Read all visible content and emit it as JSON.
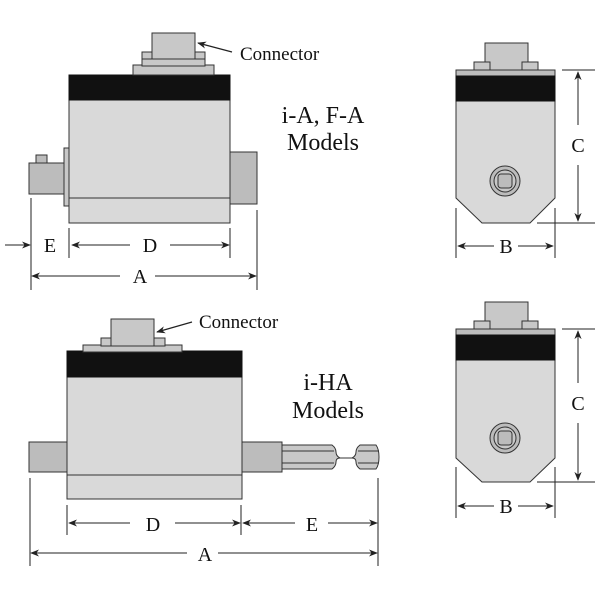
{
  "colors": {
    "body": "#d9d9d9",
    "shaft": "#bcbcbc",
    "band": "#111111",
    "outline": "#333333",
    "line": "#222222"
  },
  "top_diagram": {
    "connector_label": "Connector",
    "title_line1": "i-A, F-A",
    "title_line2": "Models",
    "dims": {
      "e": "E",
      "d": "D",
      "a": "A"
    }
  },
  "top_side_view": {
    "dims": {
      "b": "B",
      "c": "C"
    }
  },
  "bottom_diagram": {
    "connector_label": "Connector",
    "title_line1": "i-HA",
    "title_line2": "Models",
    "dims": {
      "d": "D",
      "e": "E",
      "a": "A"
    }
  },
  "bottom_side_view": {
    "dims": {
      "b": "B",
      "c": "C"
    }
  }
}
